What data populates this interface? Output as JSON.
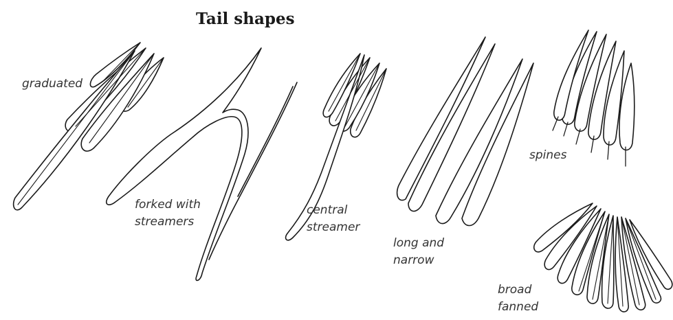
{
  "title": "Tail shapes",
  "labels": {
    "graduated": "graduated",
    "forked_line1": "forked with",
    "forked_line2": "streamers",
    "central_line1": "central",
    "central_line2": "streamer",
    "long_line1": "long and",
    "long_line2": "narrow",
    "spines": "spines",
    "broad_line1": "broad",
    "broad_line2": "fanned"
  }
}
